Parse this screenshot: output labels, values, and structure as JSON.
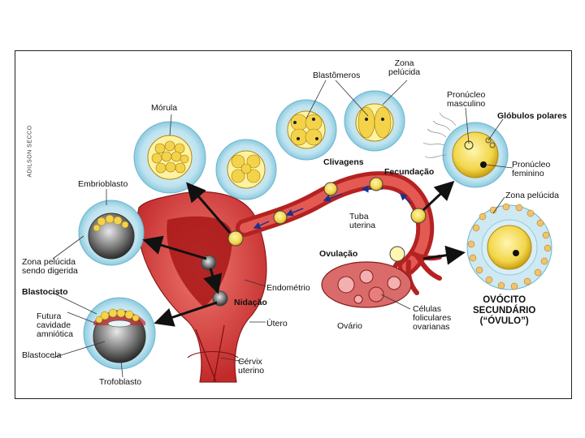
{
  "credit": "ADILSON SECCO",
  "labels": {
    "zona_pelucida_top": "Zona\npelúcida",
    "blastomeros": "Blastômeros",
    "morula": "Mórula",
    "pronucleo_masculino": "Pronúcleo\nmasculino",
    "globulos_polares": "Glóbulos polares",
    "pronucleo_feminino": "Pronúcleo\nfeminino",
    "clivagens": "Clivagens",
    "fecundacao": "Fecundação",
    "embrioblasto": "Embrioblasto",
    "zona_pelucida_right": "Zona pelúcida",
    "tuba_uterina": "Tuba\nuterina",
    "ovulacao": "Ovulação",
    "zona_pelucida_digerida": "Zona pelúcida\nsendo digerida",
    "blastocisto": "Blastocisto",
    "endometrio": "Endométrio",
    "nidacao": "Nidação",
    "futura_cavidade": "Futura\ncavidade\namniótica",
    "utero": "Útero",
    "celulas_foliculares": "Células\nfoliculares\novarianas",
    "ovocito": "OVÓCITO\nSECUNDÁRIO\n(“ÓVULO”)",
    "ovario": "Ovário",
    "blastocela": "Blastocela",
    "cervix": "Cérvix\nuterino",
    "trofoblasto": "Trofoblasto"
  }
}
